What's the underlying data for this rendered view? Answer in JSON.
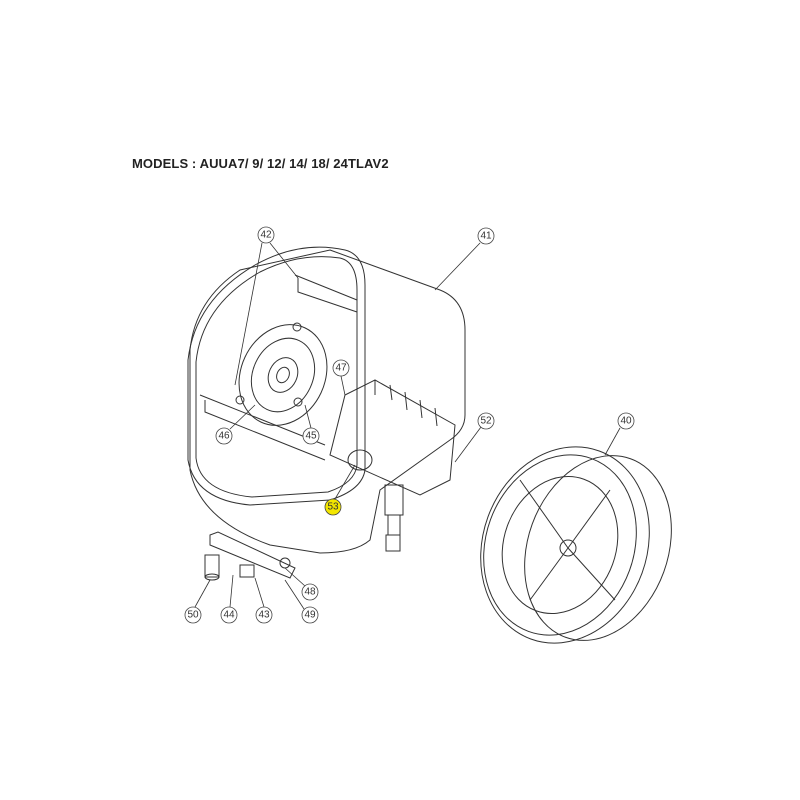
{
  "title": "MODELS : AUUA7/ 9/ 12/ 14/ 18/ 24TLAV2",
  "callouts": {
    "c40": "40",
    "c41": "41",
    "c42": "42",
    "c43": "43",
    "c44": "44",
    "c45": "45",
    "c46": "46",
    "c47": "47",
    "c48": "48",
    "c49": "49",
    "c50": "50",
    "c52": "52",
    "c53": "53"
  },
  "highlight_color": "#f3e600"
}
